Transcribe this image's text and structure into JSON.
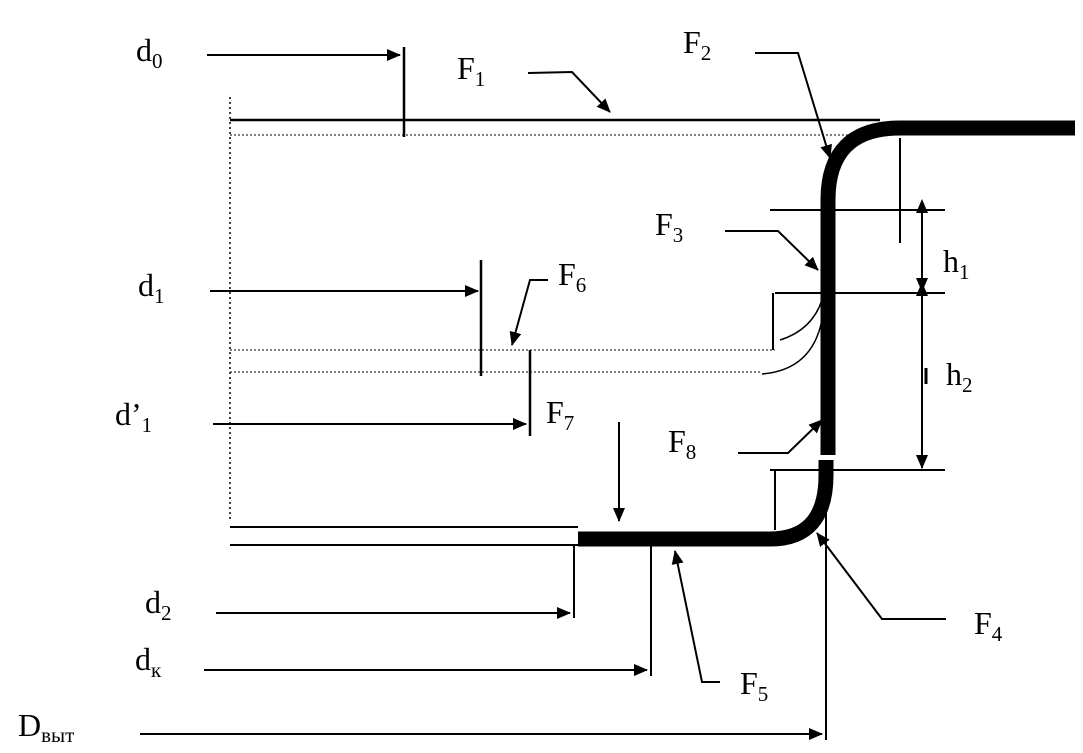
{
  "labels": {
    "d0": {
      "base": "d",
      "sub": "0"
    },
    "F1": {
      "base": "F",
      "sub": "1"
    },
    "F2": {
      "base": "F",
      "sub": "2"
    },
    "F3": {
      "base": "F",
      "sub": "3"
    },
    "d1": {
      "base": "d",
      "sub": "1"
    },
    "F6": {
      "base": "F",
      "sub": "6"
    },
    "h1": {
      "base": "h",
      "sub": "1"
    },
    "h2": {
      "base": "h",
      "sub": "2"
    },
    "d1p": {
      "base": "d’",
      "sub": "1"
    },
    "F7": {
      "base": "F",
      "sub": "7"
    },
    "F8": {
      "base": "F",
      "sub": "8"
    },
    "d2": {
      "base": "d",
      "sub": "2"
    },
    "dk": {
      "base": "d",
      "sub": "к"
    },
    "F4": {
      "base": "F",
      "sub": "4"
    },
    "F5": {
      "base": "F",
      "sub": "5"
    },
    "Dvyt": {
      "base": "D",
      "sub": "выт"
    }
  }
}
